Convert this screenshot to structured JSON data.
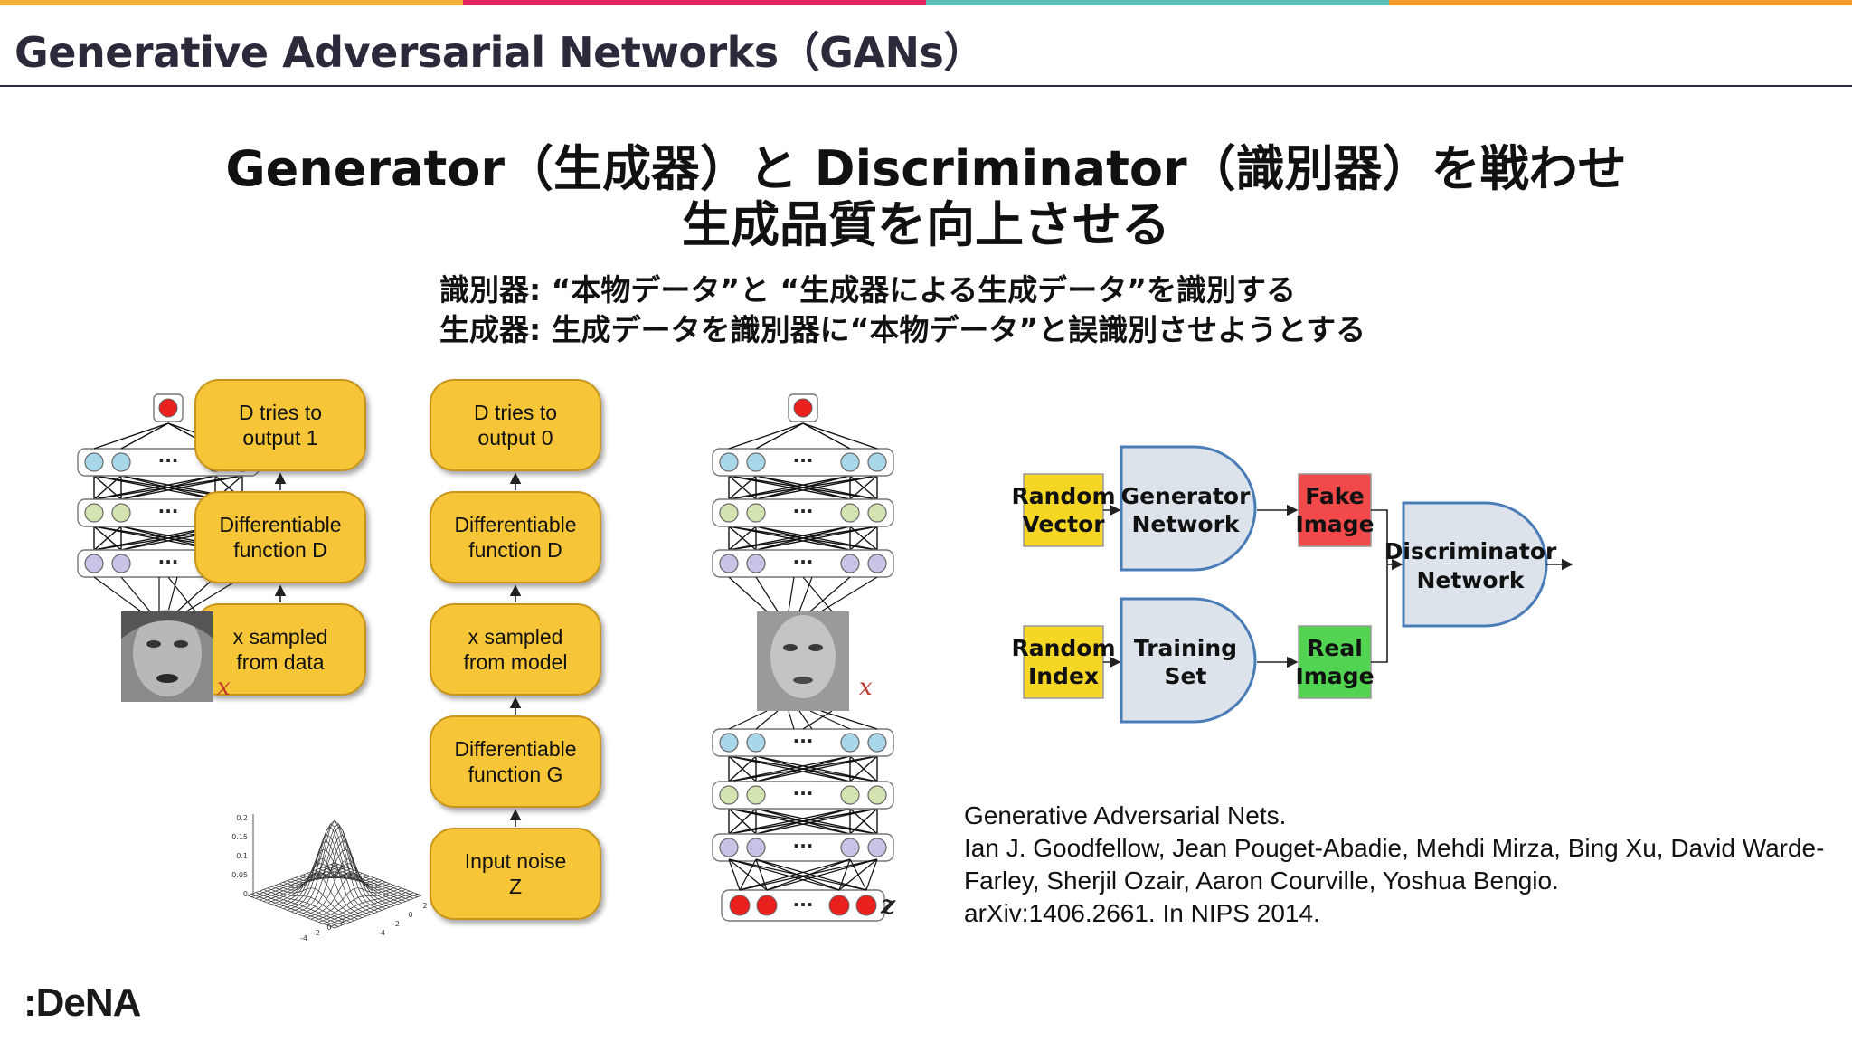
{
  "colors": {
    "bar": [
      "#f2b33d",
      "#e0245e",
      "#5bbfb5",
      "#f39a2b"
    ],
    "box_fill": "#f6c637",
    "box_stroke": "#c8941a",
    "neuron_blue": "#a9d7ea",
    "neuron_green": "#d4e4b0",
    "neuron_purple": "#c9c3e8",
    "neuron_red": "#e8201e",
    "gate_fill": "#dde3ea",
    "gate_stroke": "#4a7db8",
    "random_fill": "#f6d625",
    "fake_fill": "#f24a4a",
    "real_fill": "#52d452"
  },
  "header": {
    "title": "Generative Adversarial Networks（GANs）"
  },
  "headline": {
    "line1": "Generator（生成器）と Discriminator（識別器）を戦わせ",
    "line2": "生成品質を向上させる"
  },
  "subtext": {
    "line1": "識別器: “本物データ”と “生成器による生成データ”を識別する",
    "line2": "生成器: 生成データを識別器に“本物データ”と誤識別させようとする"
  },
  "left_diagram": {
    "col1": [
      {
        "line1": "D tries to",
        "line2": "output 1"
      },
      {
        "line1": "Differentiable",
        "line2": "function D"
      },
      {
        "line1": "x sampled",
        "line2": "from data"
      }
    ],
    "col2": [
      {
        "line1": "D tries to",
        "line2": "output 0"
      },
      {
        "line1": "Differentiable",
        "line2": "function D"
      },
      {
        "line1": "x sampled",
        "line2": "from model"
      },
      {
        "line1": "Differentiable",
        "line2": "function G"
      },
      {
        "line1": "Input noise",
        "line2": "Z"
      }
    ],
    "var_x": "x",
    "var_z": "z",
    "ellipsis": "···",
    "plot_ticks_z": [
      "0.2",
      "0.15",
      "0.1",
      "0.05",
      "0"
    ],
    "plot_ticks_x": [
      "2",
      "0",
      "-2",
      "-4"
    ],
    "plot_ticks_y": [
      "-4",
      "-2",
      "0",
      "2"
    ]
  },
  "right_diagram": {
    "random_vector": {
      "line1": "Random",
      "line2": "Vector"
    },
    "generator_network": {
      "line1": "Generator",
      "line2": "Network"
    },
    "fake_image": {
      "line1": "Fake",
      "line2": "Image"
    },
    "random_index": {
      "line1": "Random",
      "line2": "Index"
    },
    "training_set": {
      "line1": "Training",
      "line2": "Set"
    },
    "real_image": {
      "line1": "Real",
      "line2": "Image"
    },
    "discriminator_network": {
      "line1": "Discriminator",
      "line2": "Network"
    }
  },
  "reference": {
    "title": "Generative Adversarial Nets.",
    "authors_line1": "Ian J. Goodfellow, Jean Pouget-Abadie, Mehdi Mirza, Bing Xu, David Warde-",
    "authors_line2": "Farley, Sherjil Ozair, Aaron Courville, Yoshua Bengio.",
    "venue": "arXiv:1406.2661. In NIPS 2014."
  },
  "logo": ":DeNA"
}
